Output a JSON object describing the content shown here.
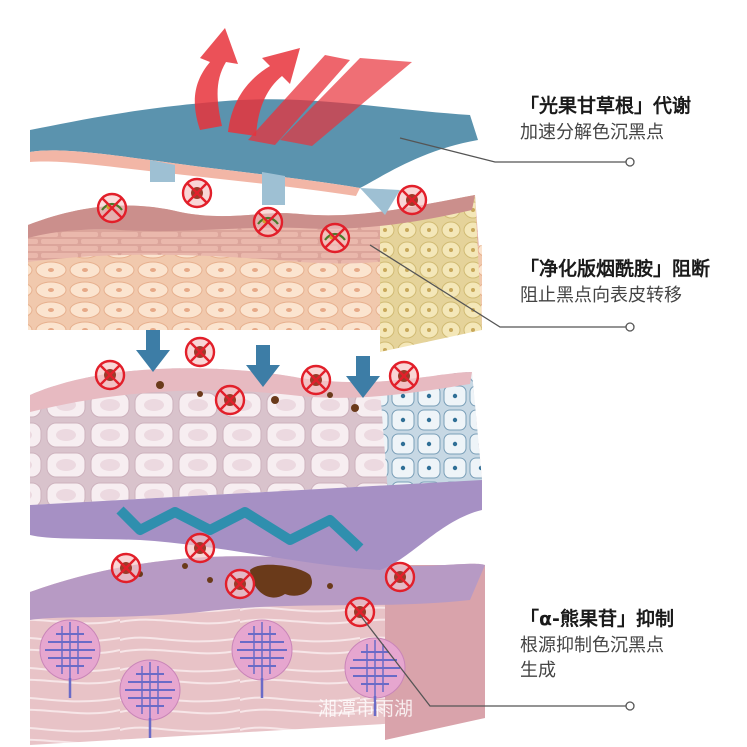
{
  "callouts": [
    {
      "title": "「光果甘草根」代谢",
      "desc_lines": [
        "加速分解色沉黑点"
      ]
    },
    {
      "title": "「净化版烟酰胺」阻断",
      "desc_lines": [
        "阻止黑点向表皮转移"
      ]
    },
    {
      "title": "「α-熊果苷」抑制",
      "desc_lines": [
        "根源抑制色沉黑点",
        "生成"
      ]
    }
  ],
  "watermark": "湘潭市雨湖",
  "colors": {
    "top_layer": "#5b93ae",
    "top_edge": "#f2b6a6",
    "upper_dermis": "#d8a19a",
    "cell_layer": "#f0d3d3",
    "basal_blue": "#2f8fae",
    "basal_purple": "#9f86b7",
    "deep_dermis": "#e7b8bf",
    "arrow_red": "#e8323b",
    "arrow_blue": "#3d7da6",
    "melanin_brown": "#6a3a1a",
    "no_sign": "#e21f2a",
    "leader_line": "#555555"
  },
  "icons": [
    "no-melanin-sign-icon",
    "heat-arrow-icon",
    "down-arrow-icon",
    "melanocyte-icon"
  ]
}
